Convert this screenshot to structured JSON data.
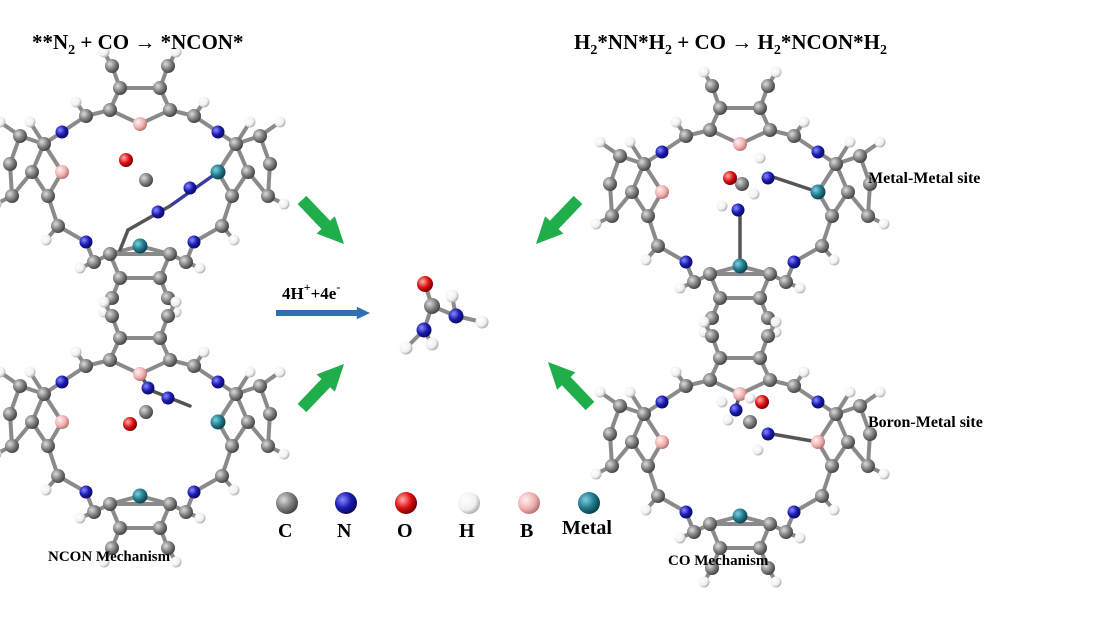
{
  "equations": {
    "left": {
      "prefix": "**N",
      "n_sub": "2",
      "rest": " + CO → *NCON*"
    },
    "right": {
      "p1": "H",
      "s1": "2",
      "p2": "*NN*H",
      "s2": "2",
      "p3": " + CO → H",
      "s3": "2",
      "p4": "*NCON*H",
      "s4": "2"
    }
  },
  "sites": {
    "metal_metal": "Metal-Metal  site",
    "boron_metal": "Boron-Metal  site"
  },
  "mechanisms": {
    "ncon": "NCON Mechanism",
    "co": "CO Mechanism"
  },
  "arrow_label": {
    "a": "4H",
    "a_sup": "+",
    "b": "+4e",
    "b_sup": "-"
  },
  "legend": [
    {
      "label": "C",
      "color": "#7a7a7a"
    },
    {
      "label": "N",
      "color": "#1a1aa8"
    },
    {
      "label": "O",
      "color": "#e01010"
    },
    {
      "label": "H",
      "color": "#f2f2f2"
    },
    {
      "label": "B",
      "color": "#f0b6b6"
    },
    {
      "label": "Metal",
      "color": "#1f7a8c"
    }
  ],
  "colors": {
    "green_arrow": "#1fae4a",
    "blue_arrow": "#2f6fb3",
    "bond": "#8a8a8a"
  }
}
